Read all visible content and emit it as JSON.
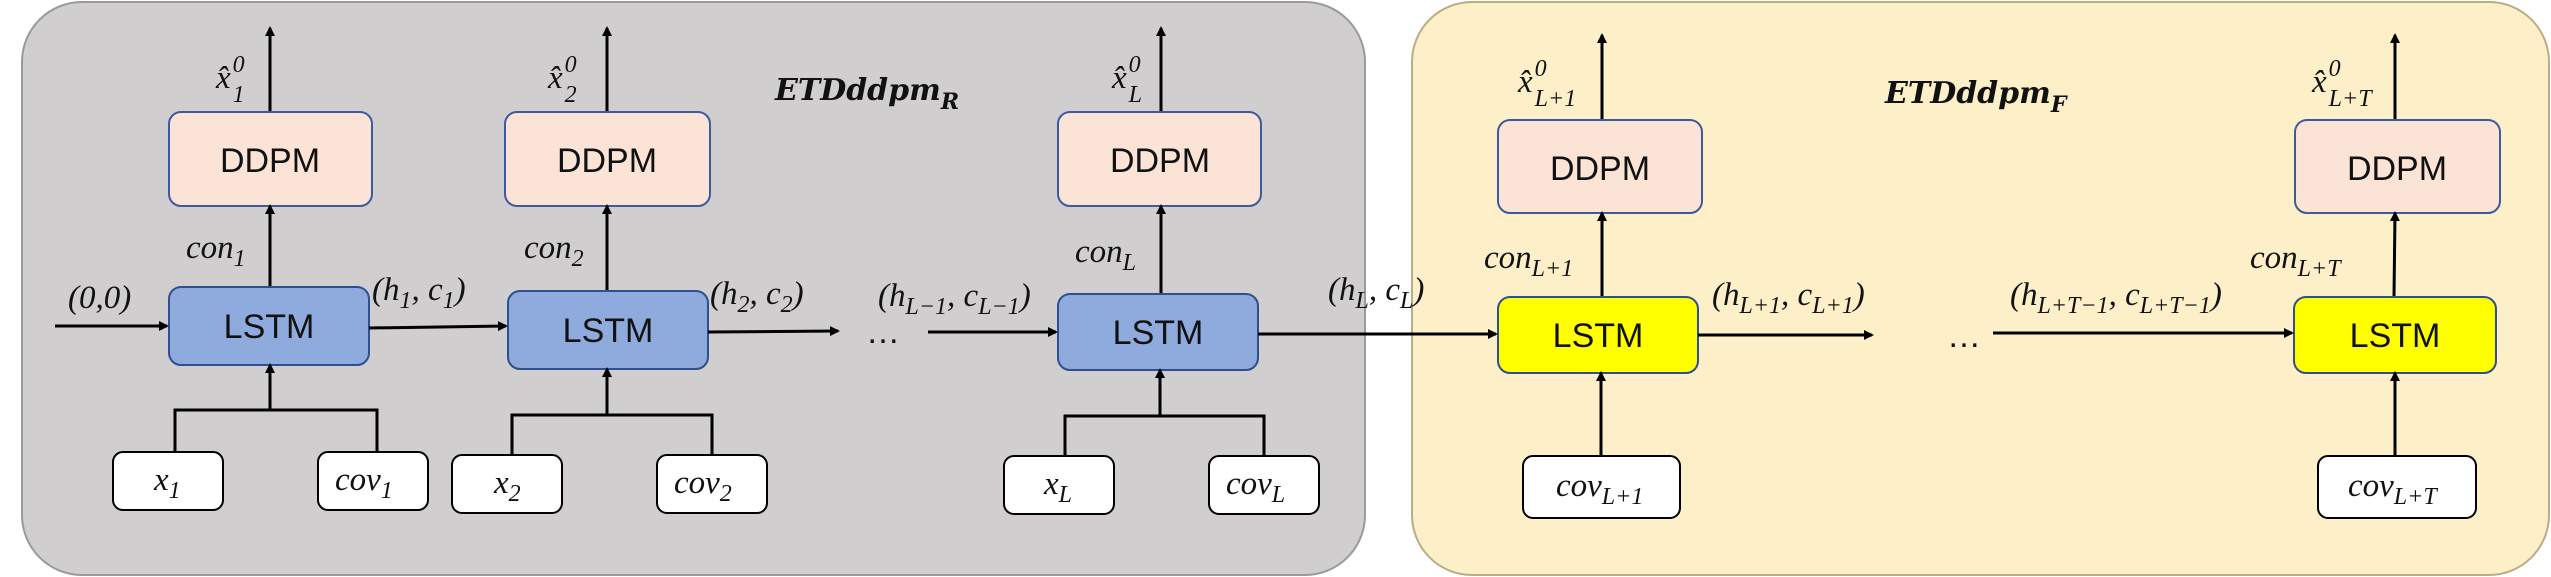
{
  "panels": {
    "reconstruction": {
      "title_main": "ETDddpm",
      "title_sub": "R",
      "bg": "#d0cecf",
      "border": "#9a9a9a"
    },
    "forecast": {
      "title_main": "ETDddpm",
      "title_sub": "F",
      "bg": "#fdf0c8",
      "border": "#b9ad88"
    }
  },
  "colors": {
    "ddpm_fill": "#fbe4d5",
    "ddpm_border": "#3b5aa0",
    "lstm_fill_r": "#8faadc",
    "lstm_fill_f": "#ffff00",
    "lstm_border": "#2f4f8f",
    "input_fill": "#ffffff"
  },
  "labels": {
    "ddpm": "DDPM",
    "lstm": "LSTM",
    "ellipsis": "…"
  },
  "blocks": [
    {
      "output_base": "x̂",
      "output_sub": "1",
      "output_sup": "0",
      "con_base": "con",
      "con_sub": "1",
      "inputs": [
        {
          "base": "x",
          "sub": "1"
        },
        {
          "base": "cov",
          "sub": "1"
        }
      ]
    },
    {
      "output_base": "x̂",
      "output_sub": "2",
      "output_sup": "0",
      "con_base": "con",
      "con_sub": "2",
      "inputs": [
        {
          "base": "x",
          "sub": "2"
        },
        {
          "base": "cov",
          "sub": "2"
        }
      ]
    },
    {
      "output_base": "x̂",
      "output_sub": "L",
      "output_sup": "0",
      "con_base": "con",
      "con_sub": "L",
      "inputs": [
        {
          "base": "x",
          "sub": "L"
        },
        {
          "base": "cov",
          "sub": "L"
        }
      ]
    },
    {
      "output_base": "x̂",
      "output_sub": "L+1",
      "output_sup": "0",
      "con_base": "con",
      "con_sub": "L+1",
      "inputs": [
        {
          "base": "cov",
          "sub": "L+1"
        }
      ]
    },
    {
      "output_base": "x̂",
      "output_sub": "L+T",
      "output_sup": "0",
      "con_base": "con",
      "con_sub": "L+T",
      "inputs": [
        {
          "base": "cov",
          "sub": "L+T"
        }
      ]
    }
  ],
  "states": {
    "init": "(0,0)",
    "s1": {
      "open": "(",
      "h": "h",
      "h_sub": "1",
      "sep": ", ",
      "c": "c",
      "c_sub": "1",
      "close": ")"
    },
    "s2": {
      "open": "(",
      "h": "h",
      "h_sub": "2",
      "sep": ", ",
      "c": "c",
      "c_sub": "2",
      "close": ")"
    },
    "sLm1": {
      "open": "(",
      "h": "h",
      "h_sub": "L−1",
      "sep": ", ",
      "c": "c",
      "c_sub": "L−1",
      "close": ")"
    },
    "sL": {
      "open": "(",
      "h": "h",
      "h_sub": "L",
      "sep": ", ",
      "c": "c",
      "c_sub": "L",
      "close": ")"
    },
    "sLp1": {
      "open": "(",
      "h": "h",
      "h_sub": "L+1",
      "sep": ", ",
      "c": "c",
      "c_sub": "L+1",
      "close": ")"
    },
    "sLTm1": {
      "open": "(",
      "h": "h",
      "h_sub": "L+T−1",
      "sep": ", ",
      "c": "c",
      "c_sub": "L+T−1",
      "close": ")"
    }
  }
}
